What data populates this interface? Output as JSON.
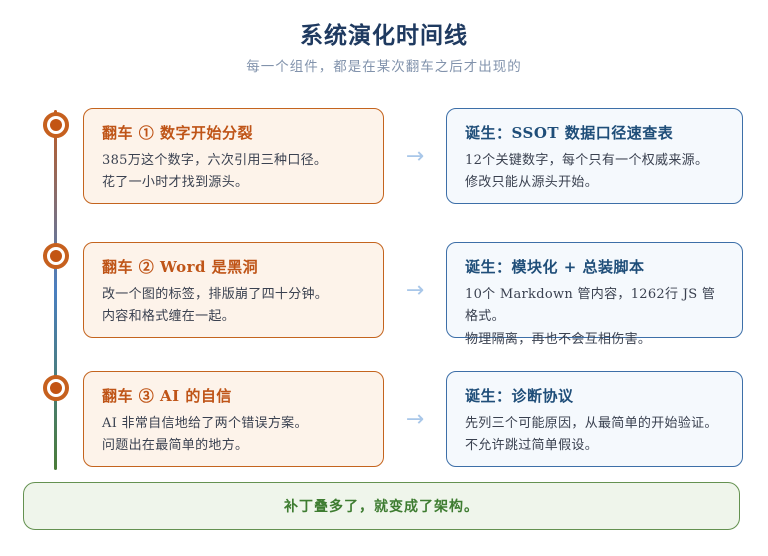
{
  "header": {
    "title": "系统演化时间线",
    "subtitle": "每一个组件，都是在某次翻车之后才出现的"
  },
  "rows": [
    {
      "fail": {
        "title": "翻车 ① 数字开始分裂",
        "line1": "385万这个数字，六次引用三种口径。",
        "line2": "花了一小时才找到源头。"
      },
      "birth": {
        "title": "诞生：SSOT 数据口径速查表",
        "line1": "12个关键数字，每个只有一个权威来源。",
        "line2": "修改只能从源头开始。"
      }
    },
    {
      "fail": {
        "title": "翻车 ② Word 是黑洞",
        "line1": "改一个图的标签，排版崩了四十分钟。",
        "line2": "内容和格式缠在一起。"
      },
      "birth": {
        "title": "诞生：模块化 + 总装脚本",
        "line1": "10个 Markdown 管内容，1262行 JS 管格式。",
        "line2": "物理隔离，再也不会互相伤害。"
      }
    },
    {
      "fail": {
        "title": "翻车 ③ AI 的自信",
        "line1": "AI 非常自信地给了两个错误方案。",
        "line2": "问题出在最简单的地方。"
      },
      "birth": {
        "title": "诞生：诊断协议",
        "line1": "先列三个可能原因，从最简单的开始验证。",
        "line2": "不允许跳过简单假设。"
      }
    }
  ],
  "footer": {
    "text": "补丁叠多了，就变成了架构。"
  },
  "icons": {
    "arrow_right": "→"
  },
  "colors": {
    "title_navy": "#1f3a60",
    "subtitle_gray_blue": "#8293ac",
    "fail_border_orange": "#c4641e",
    "fail_bg": "#fdf3ea",
    "fail_title_orange": "#bf5417",
    "birth_border_blue": "#3d6fa8",
    "birth_bg": "#f5f9fd",
    "birth_title_navy": "#1f4e79",
    "body_text": "#3a4150",
    "arrow_light_blue": "#a9c7e9",
    "timeline_gradient_top": "#c25a1d",
    "timeline_gradient_mid": "#4a7fc1",
    "timeline_gradient_bottom": "#4a7c38",
    "marker_orange": "#c6601e",
    "footer_border_green": "#649150",
    "footer_bg": "#eff5eb",
    "footer_text_green": "#3e7c31"
  }
}
